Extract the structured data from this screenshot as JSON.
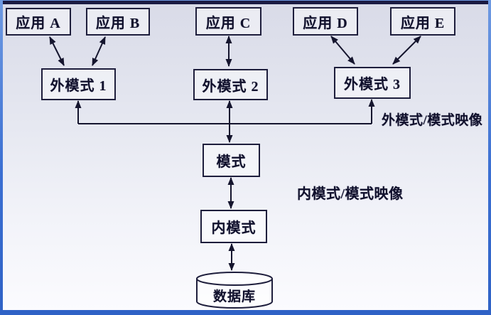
{
  "diagram": {
    "type": "database-three-schema-architecture",
    "applications": [
      {
        "label": "应用 A"
      },
      {
        "label": "应用 B"
      },
      {
        "label": "应用 C"
      },
      {
        "label": "应用 D"
      },
      {
        "label": "应用 E"
      }
    ],
    "external_schemas": [
      {
        "label": "外模式 1"
      },
      {
        "label": "外模式 2"
      },
      {
        "label": "外模式 3"
      }
    ],
    "conceptual_schema": {
      "label": "模式"
    },
    "internal_schema": {
      "label": "内模式"
    },
    "database": {
      "label": "数据库"
    },
    "mapping_labels": {
      "external_mapping": "外模式/模式映像",
      "internal_mapping": "内模式/模式映像"
    },
    "connections": [
      {
        "from": "应用 A",
        "to": "外模式 1",
        "type": "bidirectional-arrow"
      },
      {
        "from": "应用 B",
        "to": "外模式 1",
        "type": "bidirectional-arrow"
      },
      {
        "from": "应用 C",
        "to": "外模式 2",
        "type": "bidirectional-arrow"
      },
      {
        "from": "应用 D",
        "to": "外模式 3",
        "type": "bidirectional-arrow"
      },
      {
        "from": "应用 E",
        "to": "外模式 3",
        "type": "bidirectional-arrow"
      },
      {
        "from": "外模式 1",
        "to": "模式",
        "type": "mapping-connector"
      },
      {
        "from": "外模式 2",
        "to": "模式",
        "type": "bidirectional-arrow"
      },
      {
        "from": "外模式 3",
        "to": "模式",
        "type": "mapping-connector"
      },
      {
        "from": "模式",
        "to": "内模式",
        "type": "bidirectional-arrow"
      },
      {
        "from": "内模式",
        "to": "数据库",
        "type": "bidirectional-arrow"
      }
    ],
    "colors": {
      "line": "#15152e",
      "box_border": "#1e1e3c",
      "frame_blue": "#3467cd",
      "frame_top_navy": "#1a1a42",
      "background_top": "#d9dbe8",
      "background_bottom": "#fbfbfe"
    }
  }
}
